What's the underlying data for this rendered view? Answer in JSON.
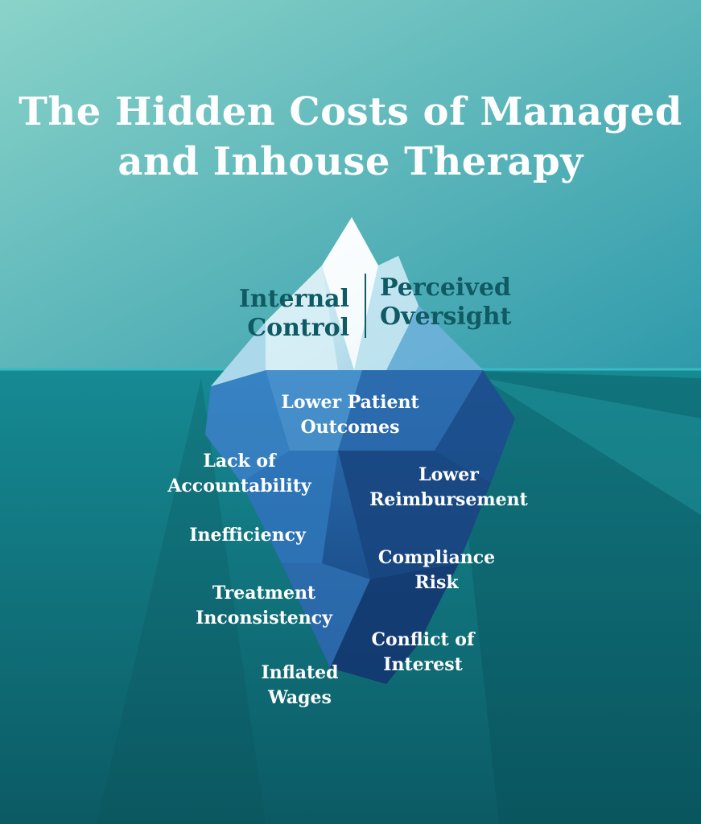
{
  "title": {
    "line1": "The Hidden Costs of Managed",
    "line2": "and Inhouse Therapy"
  },
  "above_water": {
    "left": {
      "line1": "Internal",
      "line2": "Control"
    },
    "right": {
      "line1": "Perceived",
      "line2": "Oversight"
    }
  },
  "below_water": [
    {
      "line1": "Lower Patient",
      "line2": "Outcomes"
    },
    {
      "line1": "Lack of",
      "line2": "Accountability"
    },
    {
      "line1": "Lower",
      "line2": "Reimbursement"
    },
    {
      "line1": "Inefficiency",
      "line2": ""
    },
    {
      "line1": "Compliance",
      "line2": "Risk"
    },
    {
      "line1": "Treatment",
      "line2": "Inconsistency"
    },
    {
      "line1": "Conflict of",
      "line2": "Interest"
    },
    {
      "line1": "Inflated",
      "line2": "Wages"
    }
  ],
  "colors": {
    "sky_light": "#86cfc6",
    "sky_dark": "#3ca4b0",
    "water_top": "#16858f",
    "water_bottom": "#0c5d68",
    "ice_light": "#e6f4f8",
    "ice_deep": "#1d4f8f",
    "label_dark": "#0f5a63",
    "text_light": "#ffffff"
  }
}
